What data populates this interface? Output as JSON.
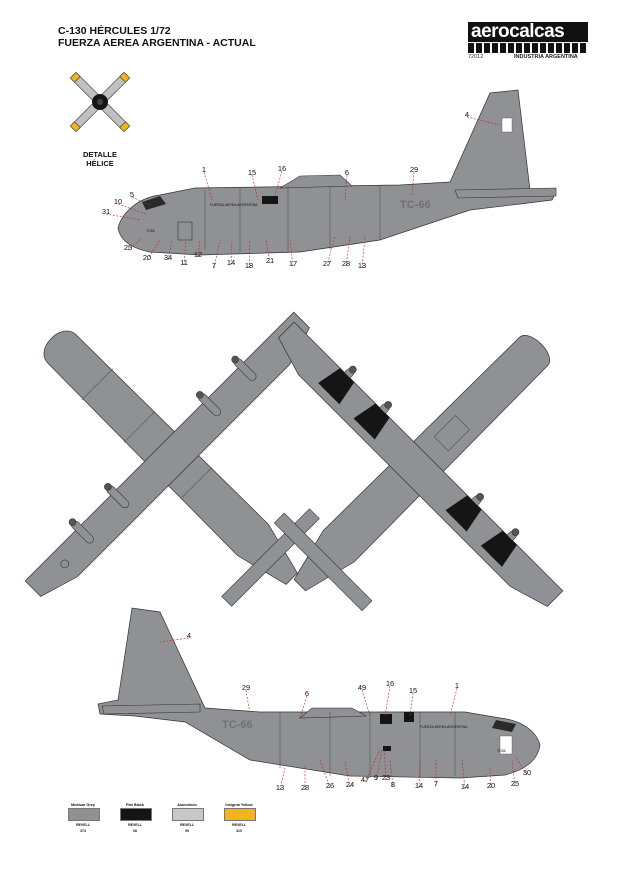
{
  "header": {
    "title": "C-130 HÉRCULES 1/72",
    "subtitle": "FUERZA AEREA ARGENTINA - ACTUAL"
  },
  "logo": {
    "name": "aerocalcas",
    "product_code": "72012",
    "origin": "INDUSTRIA ARGENTINA"
  },
  "propeller_detail": {
    "label_line1": "DETALLE",
    "label_line2": "HÉLICE"
  },
  "aircraft": {
    "serial": "TC-66",
    "nose_code": "TC66",
    "fuselage_text": "FUERZA AEREA ARGENTINA"
  },
  "profile_top_callouts": [
    "4",
    "1",
    "15",
    "16",
    "6",
    "29",
    "5",
    "10",
    "31",
    "25",
    "20",
    "34",
    "11",
    "12",
    "7",
    "14",
    "18",
    "21",
    "17",
    "27",
    "28",
    "13"
  ],
  "profile_bottom_callouts": [
    "4",
    "29",
    "6",
    "49",
    "16",
    "15",
    "1",
    "13",
    "28",
    "26",
    "24",
    "47",
    "9",
    "23",
    "8",
    "14",
    "7",
    "14",
    "20",
    "25",
    "30"
  ],
  "legend": [
    {
      "name": "Medium Grey",
      "revell": "REVELL",
      "code": "374",
      "color": "#8f9194"
    },
    {
      "name": "Flat Black",
      "revell": "REVELL",
      "code": "08",
      "color": "#151515"
    },
    {
      "name": "Aluminium",
      "revell": "REVELL",
      "code": "99",
      "color": "#c7c8ca"
    },
    {
      "name": "Insignia Yellow",
      "revell": "REVELL",
      "code": "310",
      "color": "#f2b418"
    }
  ],
  "colors": {
    "aircraft_grey": "#8f9194",
    "callout_line": "#cc2020",
    "black": "#151515"
  }
}
